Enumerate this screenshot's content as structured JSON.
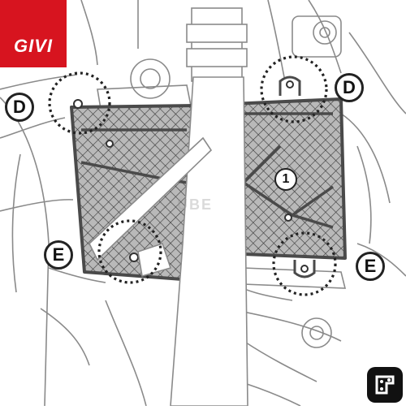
{
  "brand": {
    "logo": "GIVI",
    "logo_color": "#d7141f"
  },
  "callouts": {
    "d_left": "D",
    "d_right": "D",
    "e_left": "E",
    "e_right": "E"
  },
  "part_number": "1",
  "watermark": "UBE",
  "corner_badge_icon": "mounting-kit-icon"
}
